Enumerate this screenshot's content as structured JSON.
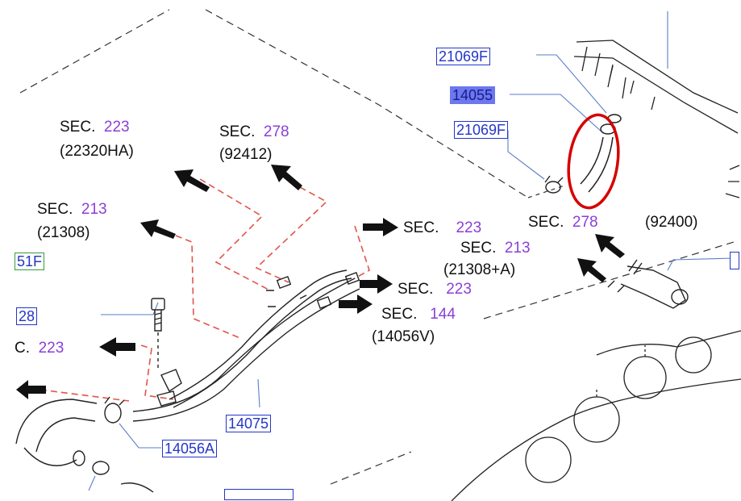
{
  "sections": [
    {
      "prefix": "SEC.",
      "num": "223",
      "ref": "(22320HA)"
    },
    {
      "prefix": "SEC.",
      "num": "278",
      "ref": "(92412)"
    },
    {
      "prefix": "SEC.",
      "num": "213",
      "ref": "(21308)"
    },
    {
      "prefix": "SEC.",
      "num": "223",
      "ref": ""
    },
    {
      "prefix": "SEC.",
      "num": "213",
      "ref": "(21308+A)"
    },
    {
      "prefix": "SEC.",
      "num": "278",
      "ref": "(92400)"
    },
    {
      "prefix": "SEC.",
      "num": "223",
      "ref": ""
    },
    {
      "prefix": "SEC.",
      "num": "144",
      "ref": "(14056V)"
    },
    {
      "prefix": "C.",
      "num": "223",
      "ref": ""
    }
  ],
  "part_numbers": {
    "p21069F_top": "21069F",
    "p14055": "14055",
    "p21069F_mid": "21069F",
    "p51F": "51F",
    "p28": "28",
    "p14075": "14075",
    "p14056A": "14056A"
  },
  "colors": {
    "section_number": "#8b3fd6",
    "part_number": "#2336c8",
    "highlight_fill": "#6b78ee",
    "guide_line": "#e0554b",
    "callout_circle": "#d60000"
  }
}
